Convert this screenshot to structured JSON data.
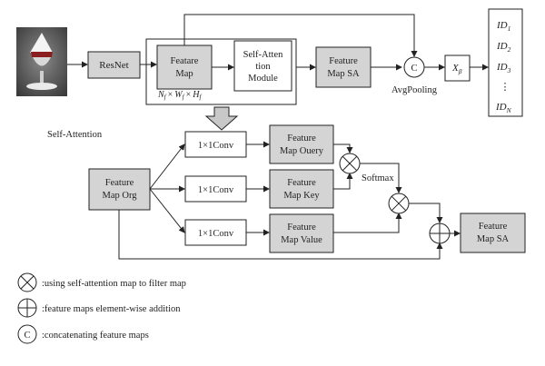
{
  "top": {
    "resnet": "ResNet",
    "feature_map": [
      "Featare",
      "Map"
    ],
    "attention_module": [
      "Self-Atten",
      "tion",
      "Module"
    ],
    "feature_map_sa": [
      "Feature",
      "Map SA"
    ],
    "concat_symbol": "C",
    "avgpooling": "AvgPooling",
    "x_beta": {
      "base": "X",
      "sub": "β"
    },
    "dims": {
      "n": "N",
      "n_sub": "f",
      "w": "W",
      "w_sub": "f",
      "h": "H",
      "h_sub": "f",
      "times": "×"
    },
    "ids": [
      {
        "base": "ID",
        "sub": "1"
      },
      {
        "base": "ID",
        "sub": "2"
      },
      {
        "base": "ID",
        "sub": "3"
      },
      {
        "base": "⋮",
        "sub": ""
      },
      {
        "base": "ID",
        "sub": "N"
      }
    ]
  },
  "bottom": {
    "section_label": "Self-Attention",
    "feature_map_org": [
      "Feature",
      "Map Org"
    ],
    "conv_labels": [
      "1×1Conv",
      "1×1Conv",
      "1×1Conv"
    ],
    "query": [
      "Feature",
      "Map Ouery"
    ],
    "key": [
      "Feature",
      "Map Key"
    ],
    "value": [
      "Feature",
      "Map Value"
    ],
    "softmax": "Softmax",
    "output": [
      "Feature",
      "Map SA"
    ]
  },
  "legend": [
    {
      "symbol": "otimes",
      "text": ":using self-attention map to filter map"
    },
    {
      "symbol": "oplus",
      "text": ":feature maps element-wise addition"
    },
    {
      "symbol": "C",
      "text": ":concatenating feature maps"
    }
  ],
  "colors": {
    "box_gray": "#d4d4d4",
    "line": "#222222",
    "arrow_fill": "#c8c8c8"
  }
}
